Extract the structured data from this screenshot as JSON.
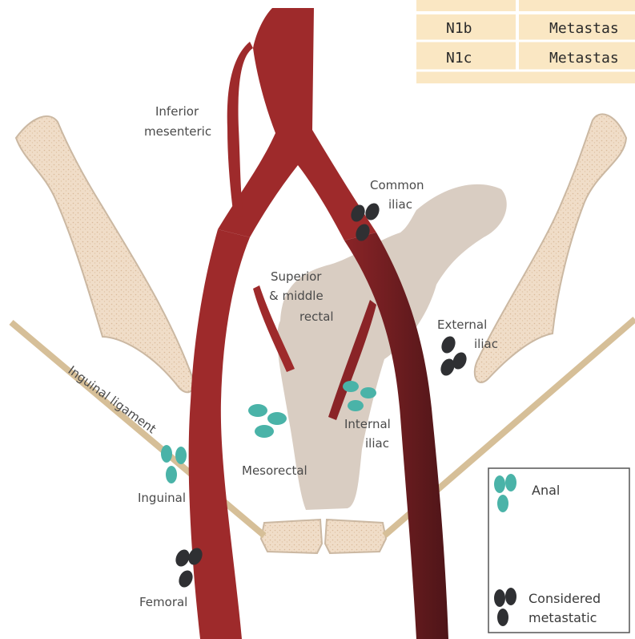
{
  "table": {
    "rows": [
      {
        "code": "N1b",
        "desc": "Metastas"
      },
      {
        "code": "N1c",
        "desc": "Metastas"
      }
    ]
  },
  "labels": {
    "inferior_mesenteric": [
      "Inferior",
      "mesenteric"
    ],
    "common_iliac": [
      "Common",
      "iliac"
    ],
    "superior_middle_rectal": [
      "Superior",
      "& middle",
      "rectal"
    ],
    "external_iliac": [
      "External",
      "iliac"
    ],
    "internal_iliac": [
      "Internal",
      "iliac"
    ],
    "inguinal_ligament": "Inguinal ligament",
    "mesorectal": "Mesorectal",
    "inguinal": "Inguinal",
    "femoral": "Femoral"
  },
  "legend": {
    "anal": "Anal",
    "considered_metastatic": [
      "Considered",
      "metastatic"
    ]
  },
  "colors": {
    "artery": "#9e2a2b",
    "artery_dark": "#5c1a1c",
    "bone": "#f0ddc8",
    "bone_stroke": "#cbb8a2",
    "rectum": "#d9cdc2",
    "ligament": "#d6bf98",
    "node_anal": "#4ab3a8",
    "node_metastatic": "#2f3033",
    "table_bg": "#fae7c3",
    "table_line": "#ffffff"
  }
}
